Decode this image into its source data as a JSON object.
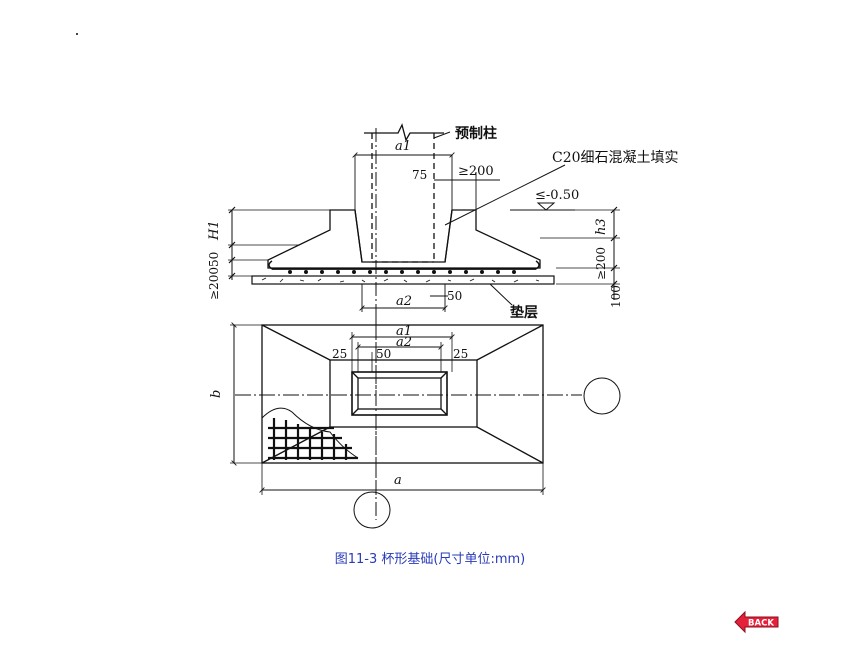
{
  "labels": {
    "column": "预制柱",
    "fill": "C20细石混凝土填实",
    "elev": "≤-0.50",
    "a1_top": "a1",
    "d75": "75",
    "d200_top": "≥200",
    "H1": "H1",
    "left_dims": "≥20050",
    "h3": "h3",
    "d200_right": "≥200",
    "d100": "100",
    "a2_sec": "a2",
    "d50_sec": "50",
    "cushion": "垫层",
    "a1_plan": "a1",
    "a2_plan": "a2",
    "d25_left": "25",
    "d50_plan": "50",
    "d25_right": "25",
    "b": "b",
    "a": "a"
  },
  "caption": "图11-3  杯形基础(尺寸单位:mm)",
  "back_label": "BACK",
  "colors": {
    "caption": "#2a3bb8",
    "back_fill": "#e5203a",
    "lines": "#111111"
  }
}
